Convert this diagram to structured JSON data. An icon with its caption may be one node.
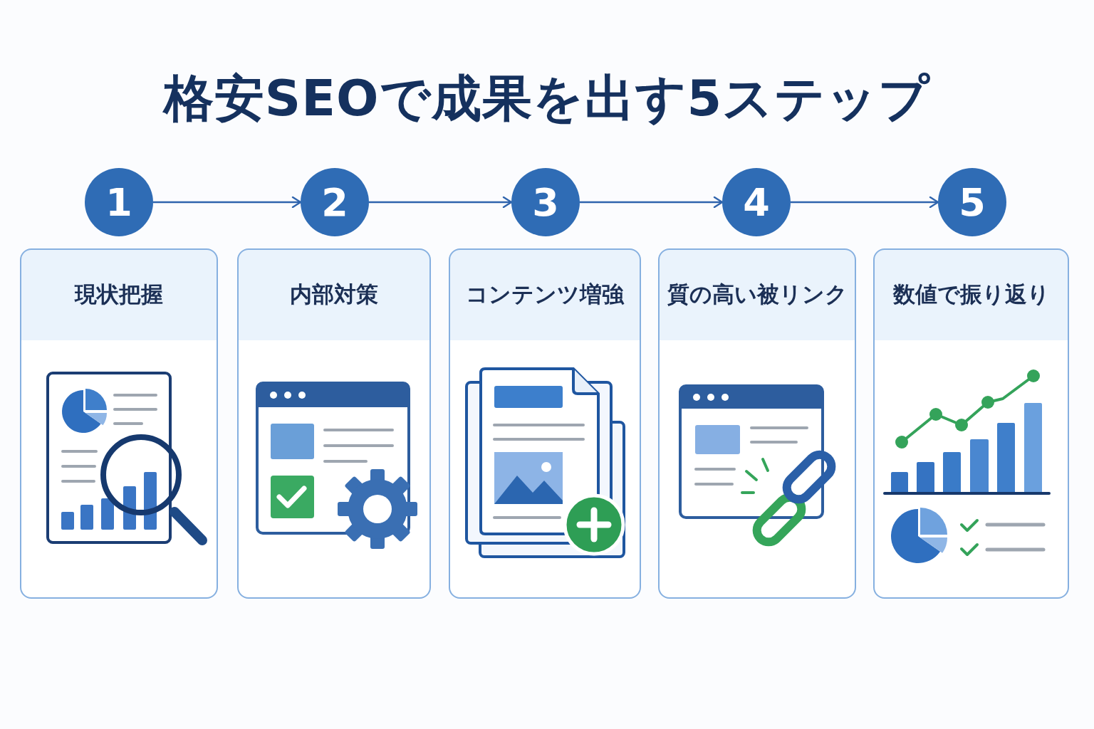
{
  "diagram": {
    "title": "格安SEOで成果を出す5ステップ",
    "nodes": [
      {
        "text": [
          "1"
        ]
      },
      {
        "text": [
          "2"
        ]
      },
      {
        "text": [
          "3"
        ]
      },
      {
        "text": [
          "4"
        ]
      },
      {
        "text": [
          "5"
        ]
      },
      {
        "text": [
          "現状把握"
        ]
      },
      {
        "text": [
          "内部対策"
        ]
      },
      {
        "text": [
          "コンテンツ増強"
        ]
      },
      {
        "text": [
          "質の高い被リンク"
        ]
      },
      {
        "text": [
          "数値で振り返り"
        ]
      }
    ],
    "edges": [
      {
        "from": 0,
        "to": 1,
        "arrow": "to"
      },
      {
        "from": 1,
        "to": 2,
        "arrow": "to"
      },
      {
        "from": 2,
        "to": 3,
        "arrow": "to"
      },
      {
        "from": 3,
        "to": 4,
        "arrow": "to"
      }
    ]
  }
}
